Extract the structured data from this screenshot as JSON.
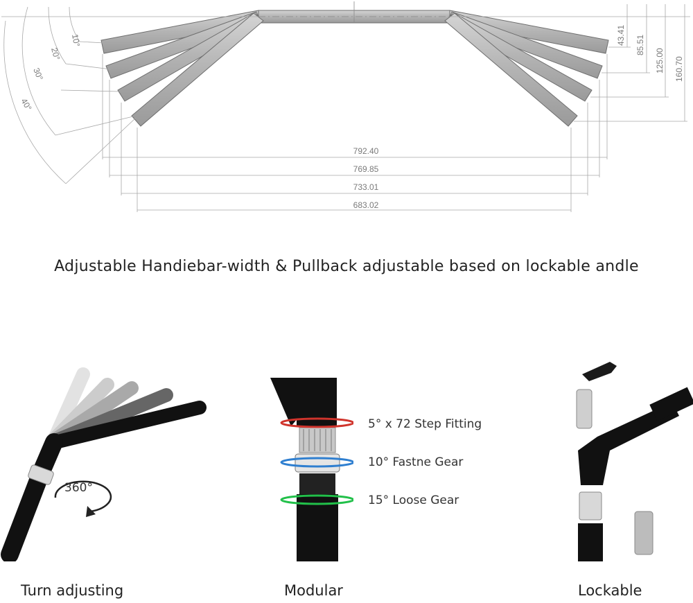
{
  "diagram": {
    "angles": [
      "10°",
      "20°",
      "30°",
      "40°"
    ],
    "widths": [
      "792.40",
      "769.85",
      "733.01",
      "683.02"
    ],
    "pullbacks": [
      "43.41",
      "85.51",
      "125.00",
      "160.70"
    ]
  },
  "headline": "Adjustable Handiebar-width & Pullback adjustable based on lockable andle",
  "panels": {
    "turn": {
      "caption": "Turn adjusting",
      "rotation_label": "360°"
    },
    "modular": {
      "caption": "Modular",
      "gears": [
        {
          "label": "5° x 72 Step Fitting",
          "color": "#d0342c"
        },
        {
          "label": "10° Fastne Gear",
          "color": "#2f7fd0"
        },
        {
          "label": "15° Loose Gear",
          "color": "#22c04a"
        }
      ]
    },
    "lockable": {
      "caption": "Lockable"
    }
  },
  "colors": {
    "bar_fill": "#b5b5b5",
    "bar_stroke": "#6e6e6e",
    "dim_line": "#a8a8a8",
    "black_bar": "#111111"
  }
}
